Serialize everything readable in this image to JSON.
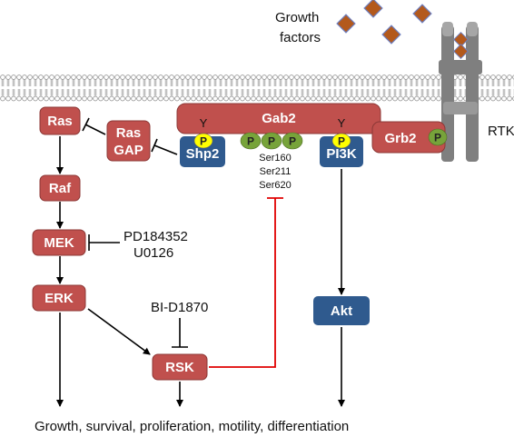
{
  "labels": {
    "growth_factors_line1": "Growth",
    "growth_factors_line2": "factors",
    "rtk": "RTK",
    "gab2": "Gab2",
    "y_left": "Y",
    "y_right": "Y",
    "p": "P",
    "shp2": "Shp2",
    "pi3k": "PI3K",
    "grb2": "Grb2",
    "ser_sites": [
      "Ser160",
      "Ser211",
      "Ser620"
    ],
    "ras": "Ras",
    "ras_gap_line1": "Ras",
    "ras_gap_line2": "GAP",
    "raf": "Raf",
    "mek": "MEK",
    "erk": "ERK",
    "rsk": "RSK",
    "akt": "Akt",
    "mek_inhibitors": [
      "PD184352",
      "U0126"
    ],
    "rsk_inhibitor": "BI-D1870",
    "outcome": "Growth, survival, proliferation, motility, differentiation"
  },
  "colors": {
    "red_node": "#c0504d",
    "red_border": "#8c3836",
    "blue_node": "#2f5a8e",
    "yellow_p": "#ffff00",
    "green_p": "#77a33a",
    "diamond": "#b3591c",
    "diamond_border": "#6e7fbf",
    "rtk_gray": "#7f7f7f",
    "inhibit_red": "#e00000"
  }
}
